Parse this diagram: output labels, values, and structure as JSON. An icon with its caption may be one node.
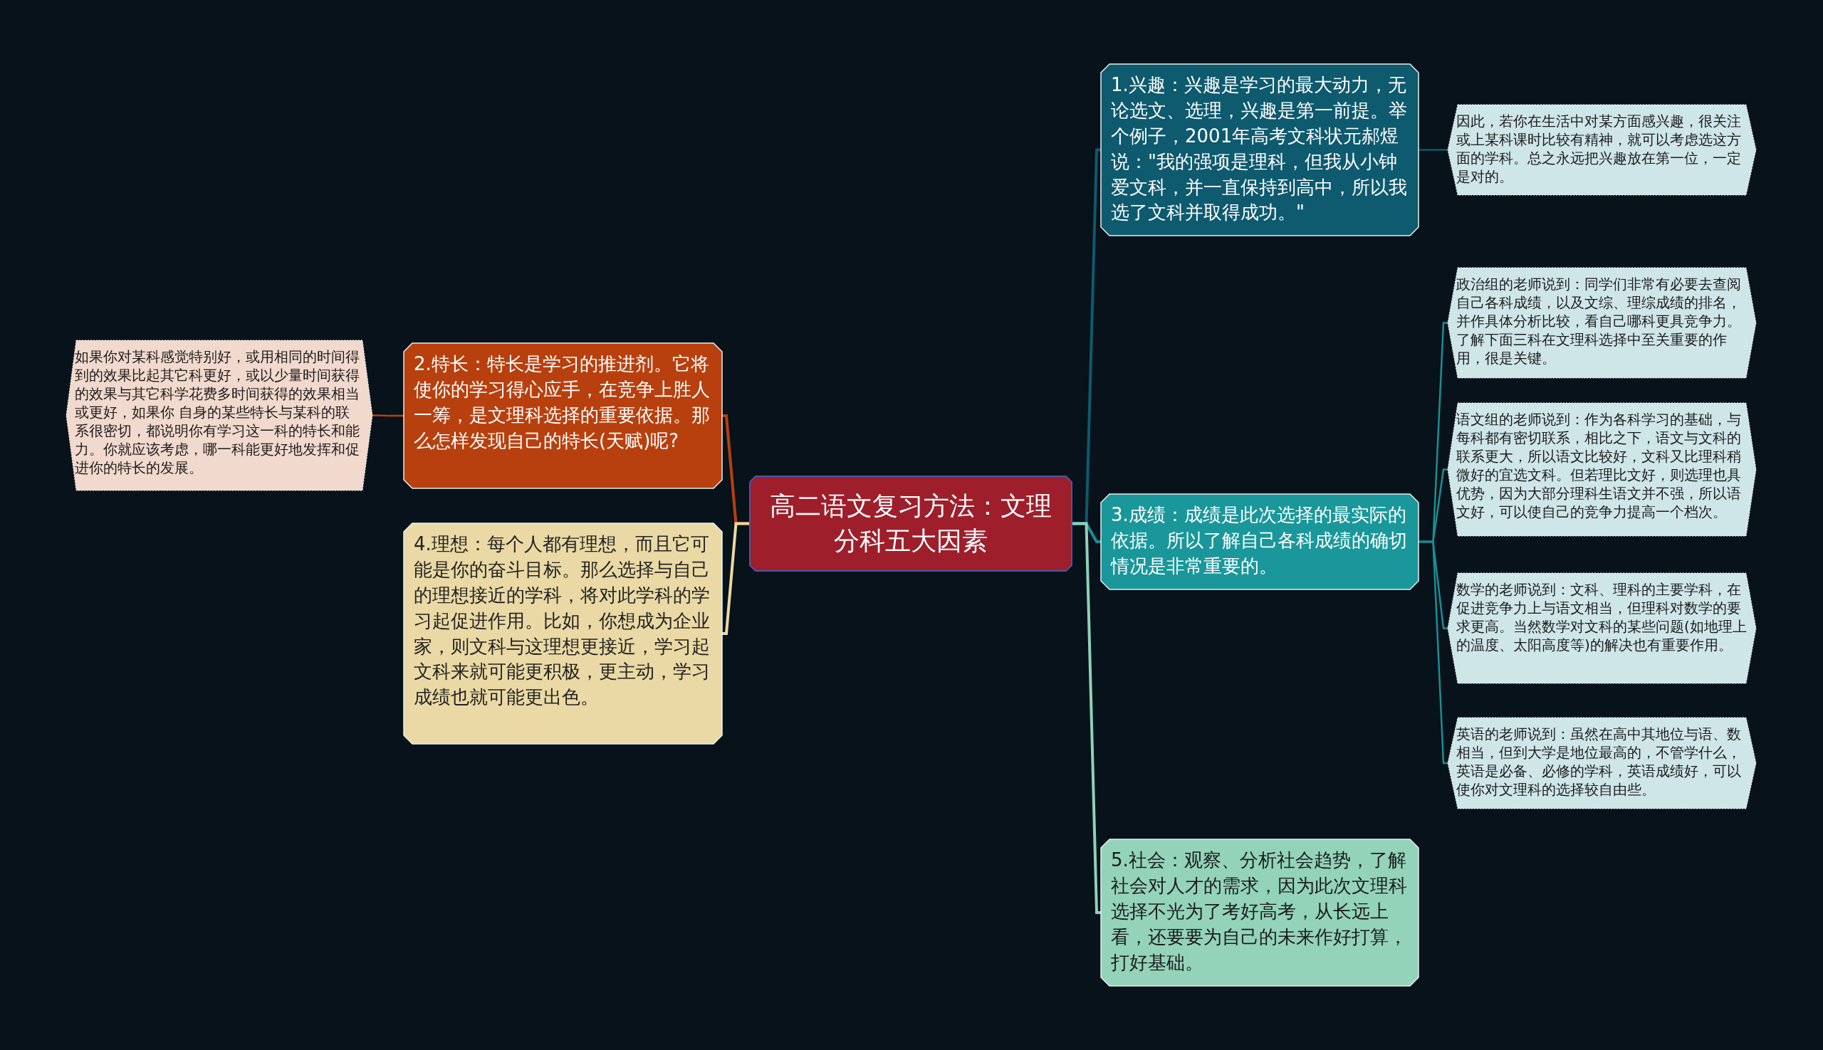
{
  "diagram": {
    "nodes": [
      {
        "text": [
          "高二语文复习方法：文理分科五大因素"
        ]
      },
      {
        "text": [
          "1.兴趣：兴趣是学习的最大动力，无论选文、选理，兴趣是第一前提。举个例子，2001年高考文科状元郝煜说：\"我的强项是理科，但我从小钟爱文科，并一直保持到高中，所以我选了文科并取得成功。\""
        ]
      },
      {
        "text": [
          "因此，若你在生活中对某方面感兴趣，很关注或上某科课时比较有精神，就可以考虑选这方面的学科。总之永远把兴趣放在第一位，一定是对的。"
        ]
      },
      {
        "text": [
          "2.特长：特长是学习的推进剂。它将使你的学习得心应手，在竞争上胜人一筹，是文理科选择的重要依据。那么怎样发现自己的特长(天赋)呢?"
        ]
      },
      {
        "text": [
          "如果你对某科感觉特别好，或用相同的时间得到的效果比起其它科更好，或以少量时间获得的效果与其它科学花费多时间获得的效果相当或更好，如果你 自身的某些特长与某科的联系很密切，都说明你有学习这一科的特长和能力。你就应该考虑，哪一科能更好地发挥和促进你的特长的发展。"
        ]
      },
      {
        "text": [
          "4.理想：每个人都有理想，而且它可能是你的奋斗目标。那么选择与自己的理想接近的学科，将对此学科的学习起促进作用。比如，你想成为企业家，则文科与这理想更接近，学习起文科来就可能更积极，更主动，学习成绩也就可能更出色。"
        ]
      },
      {
        "text": [
          "3.成绩：成绩是此次选择的最实际的依据。所以了解自己各科成绩的确切情况是非常重要的。"
        ]
      },
      {
        "text": [
          "政治组的老师说到：同学们非常有必要去查阅自己各科成绩，以及文综、理综成绩的排名，并作具体分析比较，看自己哪科更具竞争力。了解下面三科在文理科选择中至关重要的作用，很是关键。"
        ]
      },
      {
        "text": [
          "语文组的老师说到：作为各科学习的基础，与每科都有密切联系，相比之下，语文与文科的联系更大，所以语文比较好，文科又比理科稍微好的宜选文科。但若理比文好，则选理也具优势，因为大部分理科生语文并不强，所以语文好，可以使自己的竞争力提高一个档次。"
        ]
      },
      {
        "text": [
          "数学的老师说到：文科、理科的主要学科，在促进竞争力上与语文相当，但理科对数学的要求更高。当然数学对文科的某些问题(如地理上的温度、太阳高度等)的解决也有重要作用。"
        ]
      },
      {
        "text": [
          "英语的老师说到：虽然在高中其地位与语、数相当，但到大学是地位最高的，不管学什么，英语是必备、必修的学科，英语成绩好，可以使你对文理科的选择较自由些。"
        ]
      },
      {
        "text": [
          "5.社会：观察、分析社会趋势，了解社会对人才的需求，因为此次文理科选择不光为了考好高考，从长远上看，还要要为自己的未来作好打算，打好基础。"
        ]
      }
    ],
    "edges": [
      {
        "from": 0,
        "to": 1,
        "arrow": "none",
        "color": "#0e5a6e"
      },
      {
        "from": 1,
        "to": 2,
        "arrow": "none",
        "color": "#0e5a6e"
      },
      {
        "from": 0,
        "to": 3,
        "arrow": "none",
        "color": "#b8400e"
      },
      {
        "from": 3,
        "to": 4,
        "arrow": "none",
        "color": "#b8400e"
      },
      {
        "from": 0,
        "to": 5,
        "arrow": "none",
        "color": "#ead9a4"
      },
      {
        "from": 0,
        "to": 6,
        "arrow": "none",
        "color": "#1a8f94"
      },
      {
        "from": 6,
        "to": 7,
        "arrow": "none",
        "color": "#1a8f94"
      },
      {
        "from": 6,
        "to": 8,
        "arrow": "none",
        "color": "#1a8f94"
      },
      {
        "from": 6,
        "to": 9,
        "arrow": "none",
        "color": "#1a8f94"
      },
      {
        "from": 6,
        "to": 10,
        "arrow": "none",
        "color": "#1a8f94"
      },
      {
        "from": 0,
        "to": 11,
        "arrow": "none",
        "color": "#8fd1b7"
      }
    ]
  }
}
